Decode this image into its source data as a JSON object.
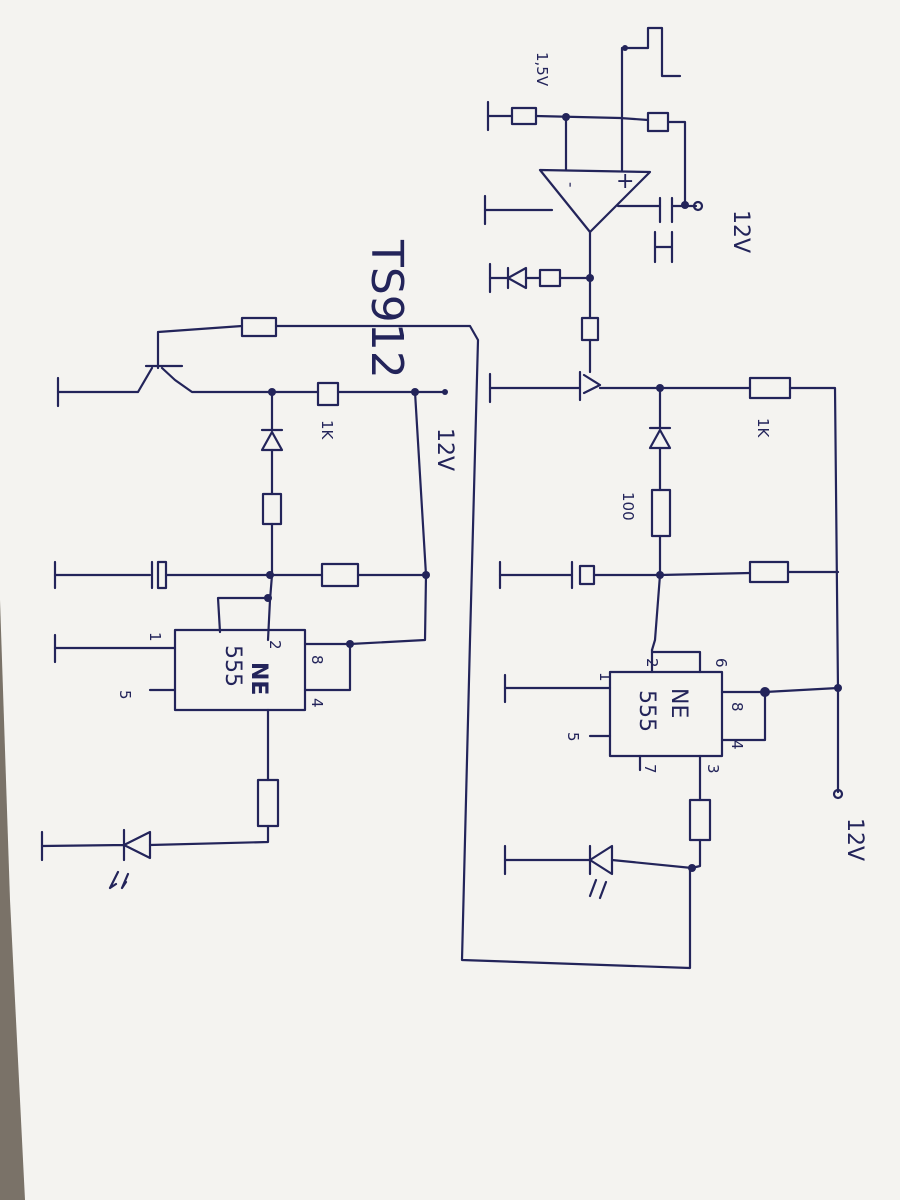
{
  "colors": {
    "ink": "#23245a",
    "paper": "#f4f3f0",
    "background": "#7a7268"
  },
  "title": "TS912",
  "left_circuit": {
    "supply": "12V",
    "r_top": "1K",
    "chip_line1": "NE",
    "chip_line2": "555",
    "pin1": "1",
    "pin2": "2",
    "pin4": "4",
    "pin5": "5",
    "pin8": "8"
  },
  "right_circuit": {
    "opamp_ref": "1,5V",
    "opamp_supply": "12V",
    "r_top": "1K",
    "r_series": "100",
    "chip_line1": "NE",
    "chip_line2": "555",
    "pin1": "1",
    "pin2": "2",
    "pin3": "3",
    "pin4": "4",
    "pin5": "5",
    "pin6": "6",
    "pin7": "7",
    "pin8": "8",
    "supply": "12V"
  }
}
